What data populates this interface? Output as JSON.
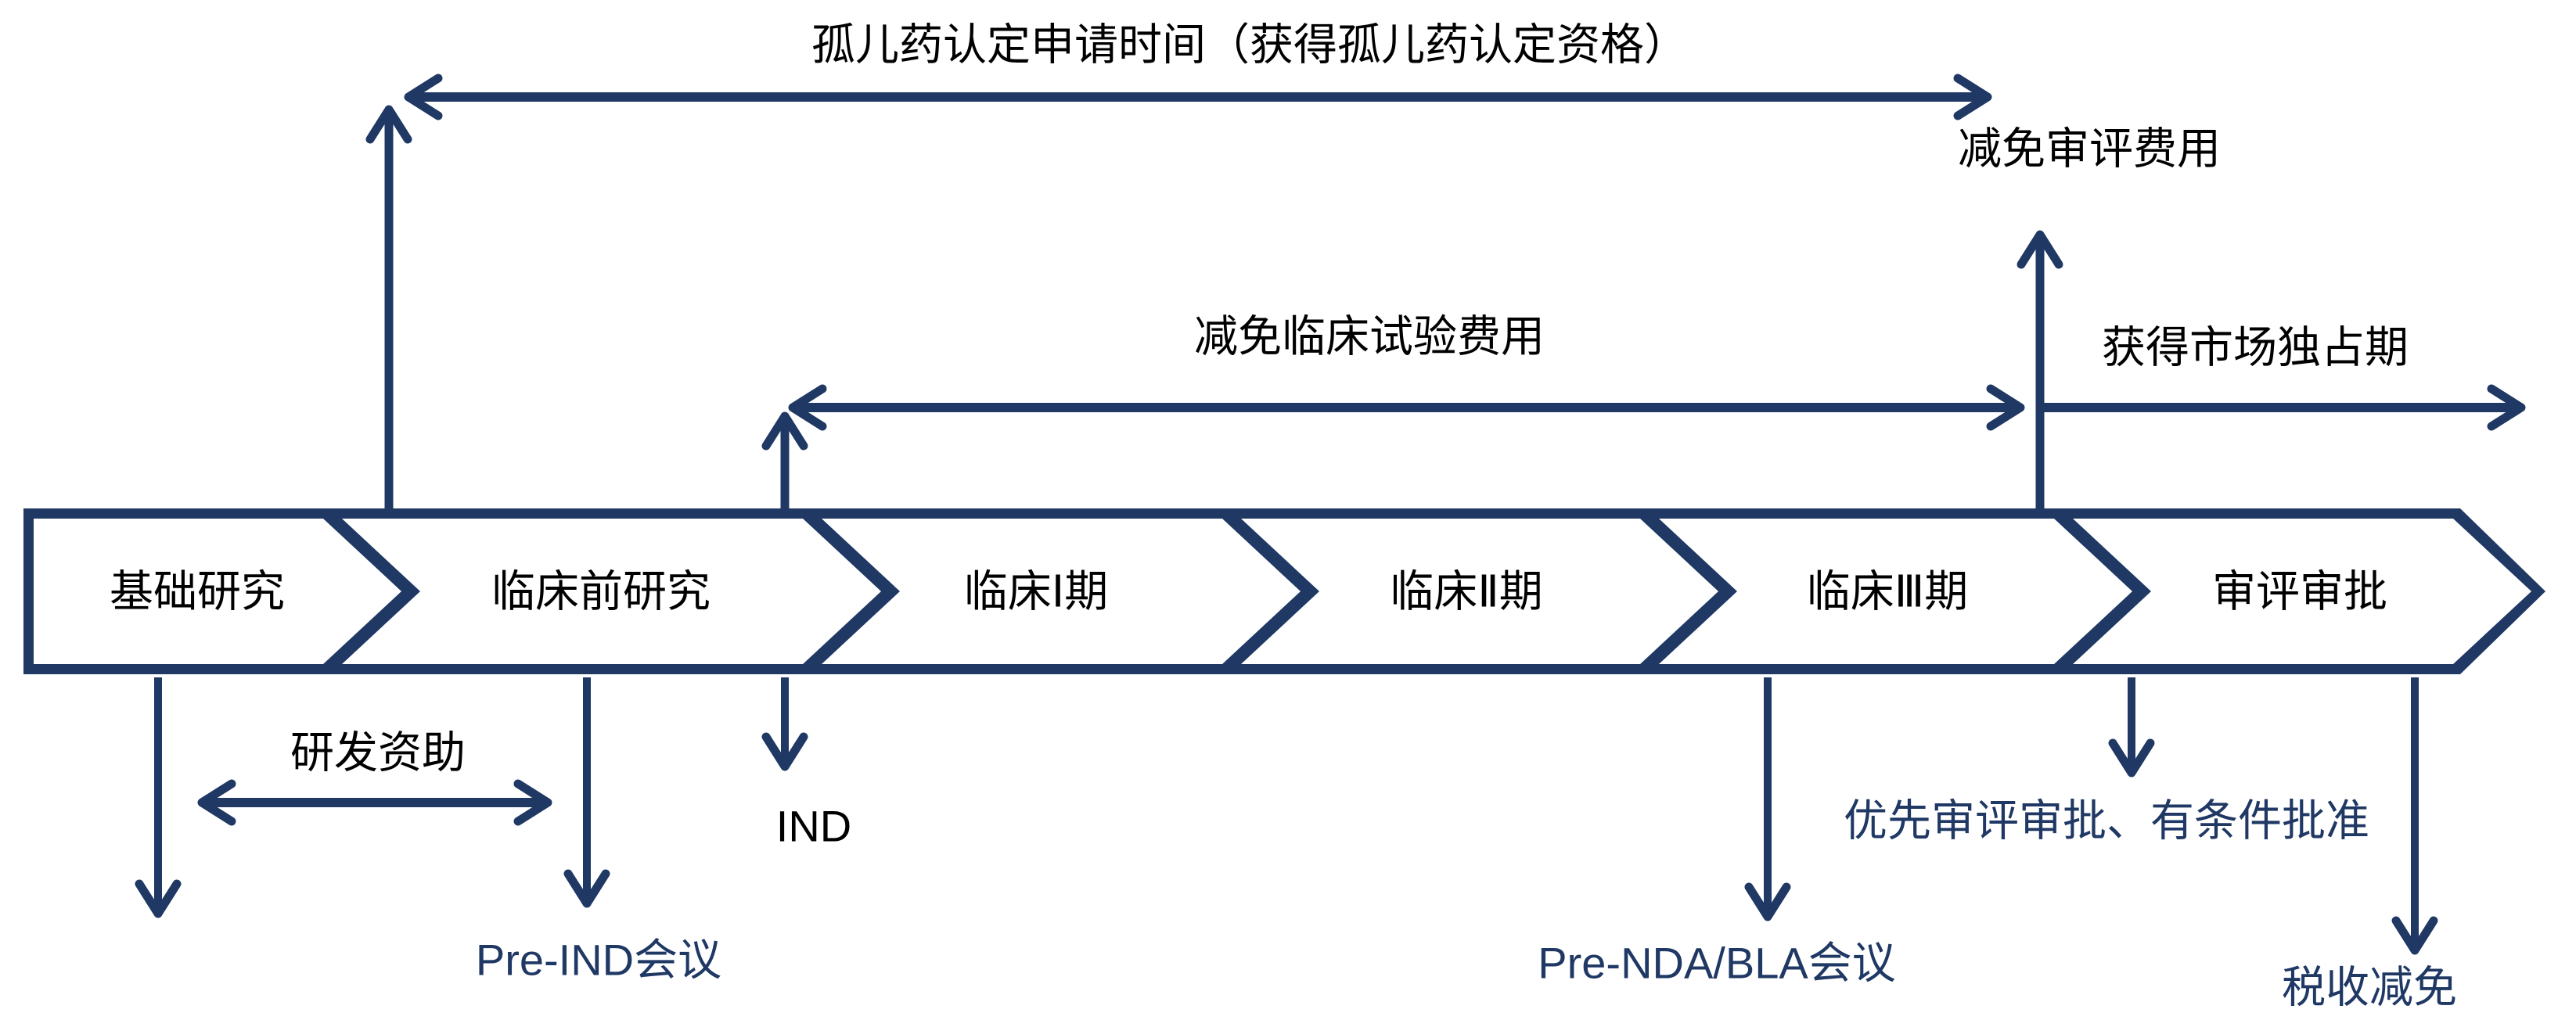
{
  "diagram": {
    "colors": {
      "navy": "#1f3864",
      "label_black": "#000000",
      "background": "#ffffff"
    },
    "title_span": "孤儿药认定申请时间（获得孤儿药认定资格）",
    "stages": [
      {
        "label": "基础研究"
      },
      {
        "label": "临床前研究"
      },
      {
        "label": "临床Ⅰ期"
      },
      {
        "label": "临床Ⅱ期"
      },
      {
        "label": "临床Ⅲ期"
      },
      {
        "label": "审评审批"
      }
    ],
    "benefits": {
      "review_fee_waiver": "减免审评费用",
      "clinical_trial_fee_waiver": "减免临床试验费用",
      "market_exclusivity": "获得市场独占期",
      "rd_funding": "研发资助",
      "priority_review": "优先审评审批、有条件批准",
      "tax_relief": "税收减免"
    },
    "milestones": {
      "ind": "IND",
      "pre_ind_meeting": "Pre-IND会议",
      "pre_nda_bla_meeting": "Pre-NDA/BLA会议"
    }
  }
}
